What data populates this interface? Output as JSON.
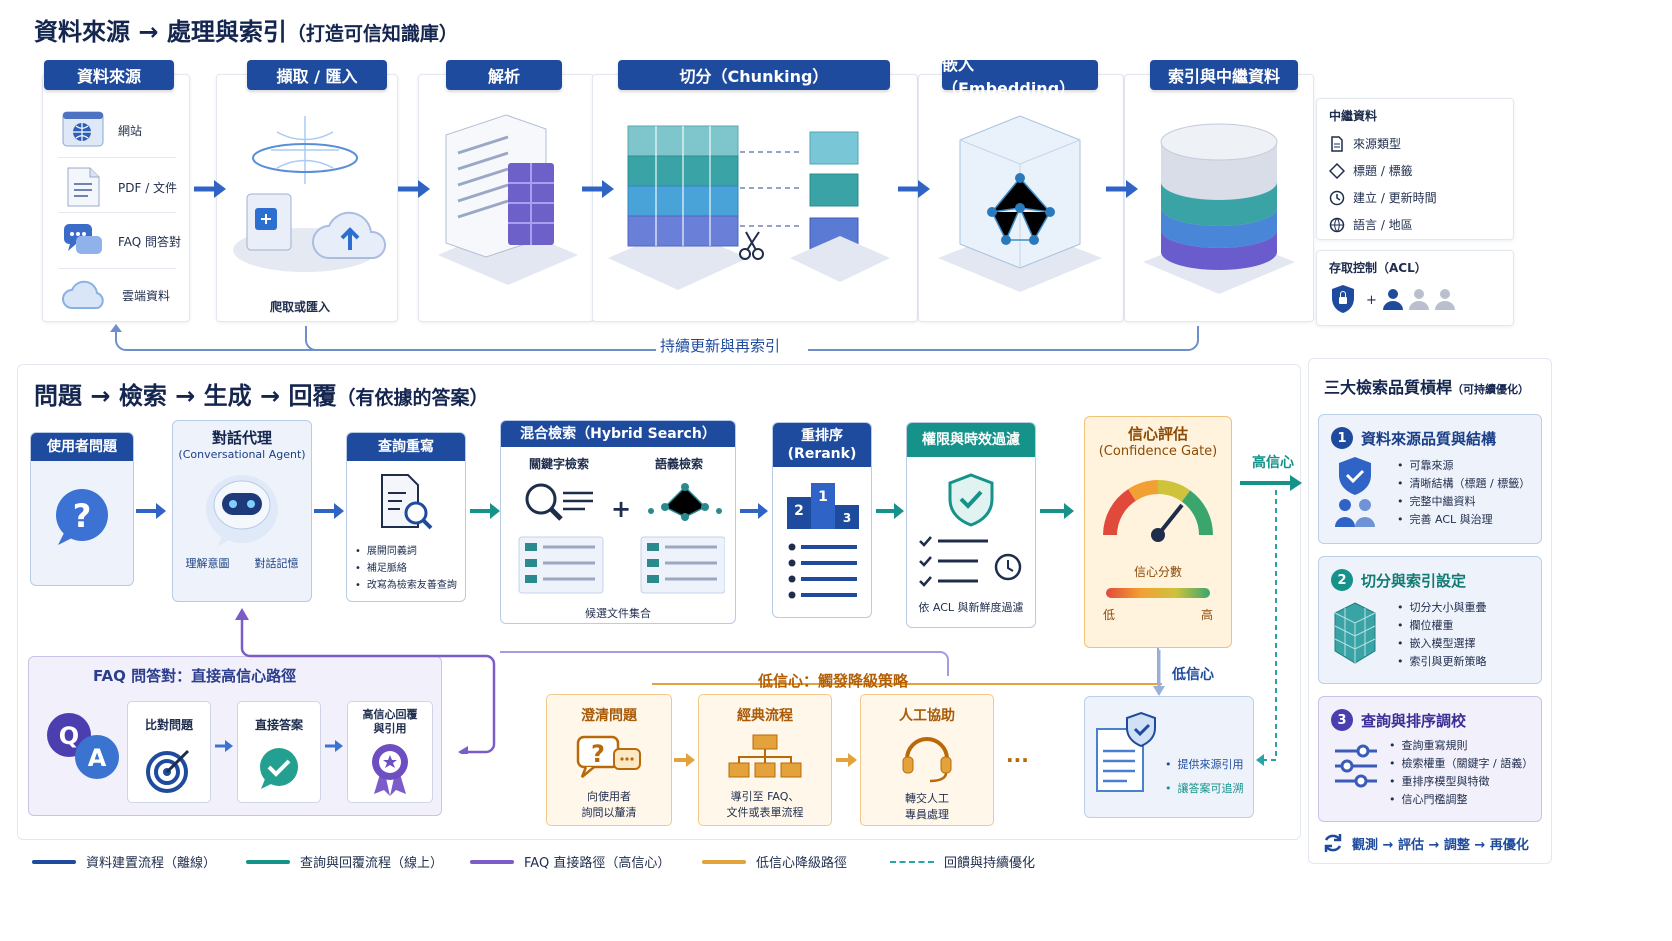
{
  "top": {
    "title": "資料來源 → 處理與索引",
    "subtitle": "（打造可信知識庫）",
    "stages": [
      "資料來源",
      "擷取 / 匯入",
      "解析",
      "切分（Chunking）",
      "嵌入（Embedding）",
      "索引與中繼資料"
    ],
    "sources": [
      {
        "icon": "globe-icon",
        "label": "網站"
      },
      {
        "icon": "document-icon",
        "label": "PDF / 文件"
      },
      {
        "icon": "chat-icon",
        "label": "FAQ 問答對"
      },
      {
        "icon": "cloud-icon",
        "label": "雲端資料"
      }
    ],
    "ingest_caption": "爬取或匯入",
    "metadata": {
      "title": "中繼資料",
      "items": [
        {
          "icon": "file-icon",
          "label": "來源類型"
        },
        {
          "icon": "tag-icon",
          "label": "標題 / 標籤"
        },
        {
          "icon": "clock-icon",
          "label": "建立 / 更新時間"
        },
        {
          "icon": "language-icon",
          "label": "語言 / 地區"
        }
      ],
      "acl_title": "存取控制（ACL）"
    },
    "refresh_label": "持續更新與再索引"
  },
  "bottom": {
    "title": "問題 → 檢索 → 生成 → 回覆",
    "subtitle": "（有依據的答案）",
    "user_question": "使用者問題",
    "agent": {
      "title": "對話代理",
      "subtitle": "(Conversational Agent)",
      "labels": [
        "理解意圖",
        "對話記憶"
      ]
    },
    "rewrite": {
      "title": "查詢重寫",
      "bullets": [
        "展開同義詞",
        "補足脈絡",
        "改寫為檢索友善查詢"
      ]
    },
    "hybrid": {
      "title": "混合檢索（Hybrid Search）",
      "left": "關鍵字檢索",
      "right": "語義檢索",
      "plus": "+",
      "caption": "候選文件集合"
    },
    "rerank": {
      "title": "重排序",
      "subtitle": "(Rerank)",
      "podium": [
        "2",
        "1",
        "3"
      ]
    },
    "filter": {
      "title": "權限與時效過濾",
      "caption": "依 ACL 與新鮮度過濾"
    },
    "confidence": {
      "title": "信心評估",
      "subtitle": "(Confidence Gate)",
      "score_label": "信心分數",
      "low": "低",
      "high": "高"
    },
    "high_conf": "高信心",
    "low_conf": "低信心",
    "answer": {
      "bullets": [
        "提供來源引用",
        "讓答案可追溯"
      ]
    },
    "fallback_title": "低信心：觸發降級策略",
    "fallback": [
      {
        "title": "澄清問題",
        "caption": [
          "向使用者",
          "詢問以釐清"
        ]
      },
      {
        "title": "經典流程",
        "caption": [
          "導引至 FAQ、",
          "文件或表單流程"
        ]
      },
      {
        "title": "人工協助",
        "caption": [
          "轉交人工",
          "專員處理"
        ]
      }
    ],
    "ellipsis": "···",
    "faq": {
      "title": "FAQ 問答對：直接高信心路徑",
      "steps": [
        {
          "title": "比對問題"
        },
        {
          "title": "直接答案"
        },
        {
          "title": "高信心回覆\n與引用"
        }
      ]
    }
  },
  "quality": {
    "title": "三大檢索品質槓桿",
    "subtitle": "（可持續優化）",
    "levers": [
      {
        "num": "1",
        "title": "資料來源品質與結構",
        "bullets": [
          "可靠來源",
          "清晰結構（標題 / 標籤）",
          "完整中繼資料",
          "完善 ACL 與治理"
        ]
      },
      {
        "num": "2",
        "title": "切分與索引設定",
        "bullets": [
          "切分大小與重疊",
          "欄位權重",
          "嵌入模型選擇",
          "索引與更新策略"
        ]
      },
      {
        "num": "3",
        "title": "查詢與排序調校",
        "bullets": [
          "查詢重寫規則",
          "檢索權重（關鍵字 / 語義）",
          "重排序模型與特徵",
          "信心門檻調整"
        ]
      }
    ],
    "cycle": "觀測 → 評估 → 調整 → 再優化"
  },
  "legend": [
    {
      "label": "資料建置流程（離線）",
      "color": "#1f4b9e",
      "style": "solid"
    },
    {
      "label": "查詢與回覆流程（線上）",
      "color": "#15928a",
      "style": "solid"
    },
    {
      "label": "FAQ 直接路徑（高信心）",
      "color": "#7b5cc8",
      "style": "solid"
    },
    {
      "label": "低信心降級路徑",
      "color": "#e3a23c",
      "style": "solid"
    },
    {
      "label": "回饋與持續優化",
      "color": "#2aa3a8",
      "style": "dashed"
    }
  ],
  "colors": {
    "navy": "#1f4b9e",
    "teal": "#15928a",
    "purple": "#7b5cc8",
    "orange": "#e3a23c",
    "lightblue": "#eef3fb"
  }
}
